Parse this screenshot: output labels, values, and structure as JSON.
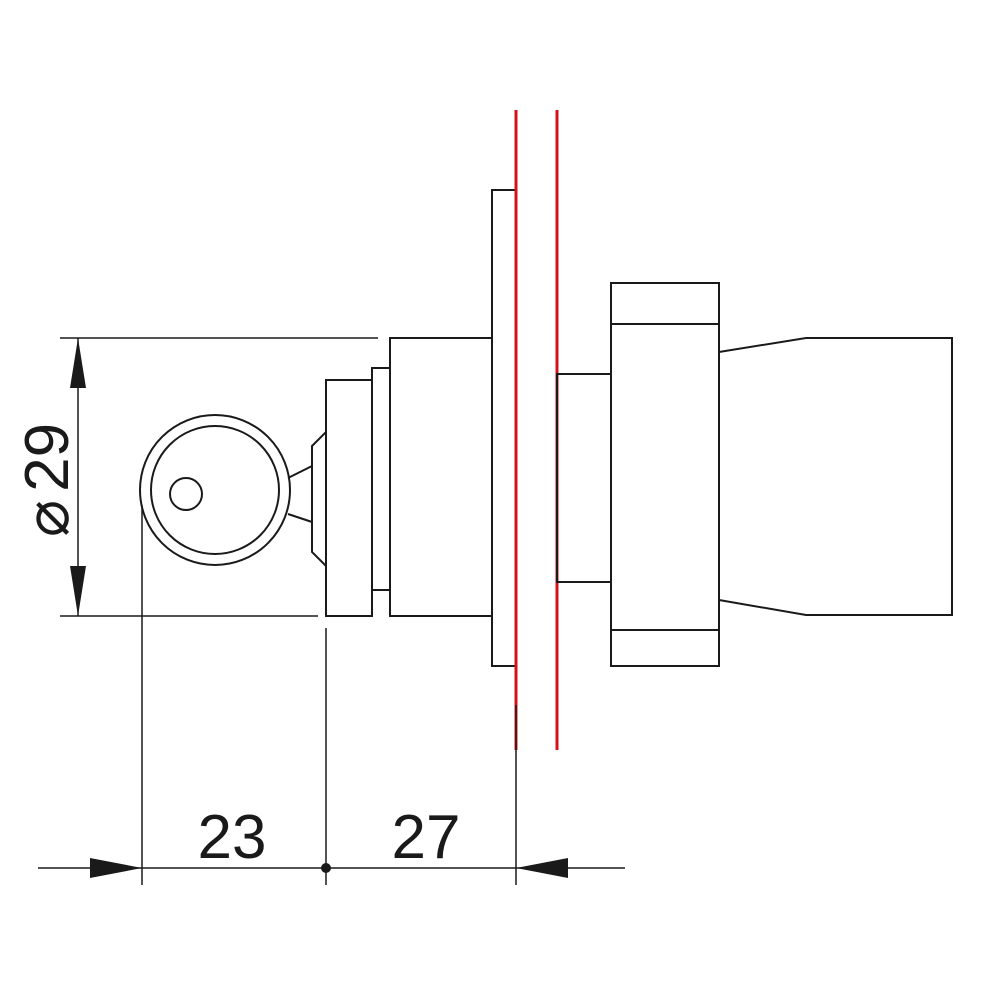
{
  "dimensions": {
    "diameter_symbol": "⌀",
    "diameter_value": "29",
    "front_length": "23",
    "body_length": "27"
  },
  "colors": {
    "outline": "#1a1a1a",
    "panel_lines": "#d3131b",
    "background": "#ffffff"
  }
}
